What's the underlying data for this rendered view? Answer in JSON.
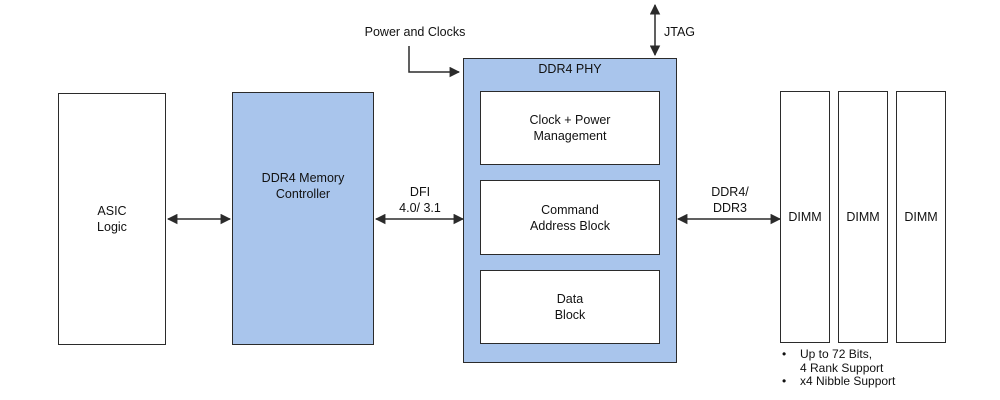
{
  "asic": {
    "label": "ASIC\nLogic"
  },
  "controller": {
    "label": "DDR4 Memory\nController"
  },
  "phy": {
    "title": "DDR4 PHY",
    "blocks": [
      "Clock + Power\nManagement",
      "Command\nAddress Block",
      "Data\nBlock"
    ]
  },
  "dimms": [
    "DIMM",
    "DIMM",
    "DIMM"
  ],
  "labels": {
    "power_clocks": "Power and Clocks",
    "jtag": "JTAG",
    "dfi": "DFI\n4.0/ 3.1",
    "ddr": "DDR4/\nDDR3"
  },
  "bullets": [
    "Up to 72 Bits,\n4 Rank Support",
    "x4 Nibble Support"
  ],
  "colors": {
    "block_fill": "#a9c5ec",
    "line": "#2b2b2b"
  }
}
